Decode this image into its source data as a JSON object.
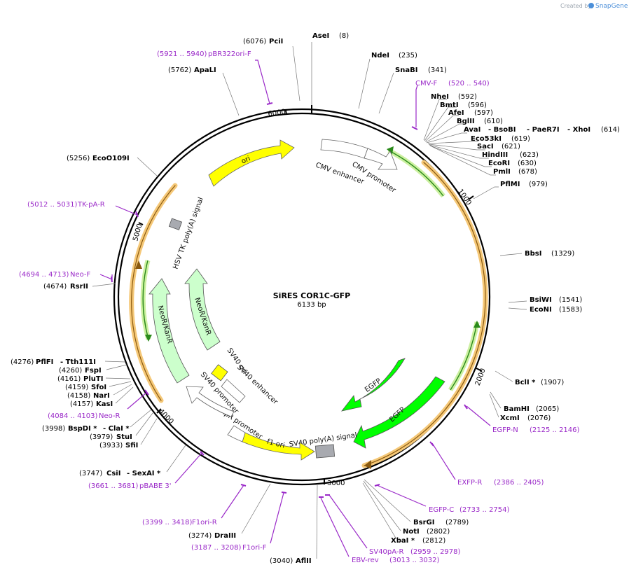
{
  "header": {
    "created_by": "Created by",
    "brand": "SnapGene"
  },
  "plasmid": {
    "name": "SiRES COR1C-GFP",
    "size": "6133 bp"
  },
  "ticks": [
    "1000",
    "2000",
    "3000",
    "4000",
    "5000",
    "6000"
  ],
  "features": {
    "ori": "ori",
    "cmv_enhancer": "CMV enhancer",
    "cmv_promoter": "CMV promoter",
    "egfp_inner": "EGFP",
    "egfp_outer": "EGFP",
    "sv40_polya": "SV40 poly(A) signal",
    "f1_ori": "f1 ori",
    "ampr_promoter": "AmpR promoter",
    "sv40_promoter": "SV40 promoter",
    "sv40_ori": "SV40 ori",
    "sv40_enhancer": "SV40 enhancer",
    "neor_inner": "NeoR/KanR",
    "neor_outer": "NeoR/KanR",
    "hsv_tk": "HSV TK poly(A) signal"
  },
  "sites": [
    {
      "name": "AseI",
      "pos": "(8)"
    },
    {
      "name": "PciI",
      "pos": "(6076)"
    },
    {
      "name": "NdeI",
      "pos": "(235)"
    },
    {
      "name": "SnaBI",
      "pos": "(341)"
    },
    {
      "name": "ApaLI",
      "pos": "(5762)"
    },
    {
      "name": "NheI",
      "pos": "(592)"
    },
    {
      "name": "BmtI",
      "pos": "(596)"
    },
    {
      "name": "AfeI",
      "pos": "(597)"
    },
    {
      "name": "BglII",
      "pos": "(610)"
    },
    {
      "name": "AvaI",
      "pos": ""
    },
    {
      "name": "- BsoBI",
      "pos": ""
    },
    {
      "name": "- PaeR7I",
      "pos": ""
    },
    {
      "name": "- XhoI",
      "pos": "(614)"
    },
    {
      "name": "Eco53kI",
      "pos": "(619)"
    },
    {
      "name": "SacI",
      "pos": "(621)"
    },
    {
      "name": "HindIII",
      "pos": "(623)"
    },
    {
      "name": "EcoRI",
      "pos": "(630)"
    },
    {
      "name": "PmlI",
      "pos": "(678)"
    },
    {
      "name": "PflMI",
      "pos": "(979)"
    },
    {
      "name": "EcoO109I",
      "pos": "(5256)"
    },
    {
      "name": "BbsI",
      "pos": "(1329)"
    },
    {
      "name": "BsiWI",
      "pos": "(1541)"
    },
    {
      "name": "EcoNI",
      "pos": "(1583)"
    },
    {
      "name": "RsrII",
      "pos": "(4674)"
    },
    {
      "name": "PflFI",
      "pos": "(4276)"
    },
    {
      "name": "- Tth111I",
      "pos": ""
    },
    {
      "name": "FspI",
      "pos": "(4260)"
    },
    {
      "name": "PluTI",
      "pos": "(4161)"
    },
    {
      "name": "SfoI",
      "pos": "(4159)"
    },
    {
      "name": "NarI",
      "pos": "(4158)"
    },
    {
      "name": "KasI",
      "pos": "(4157)"
    },
    {
      "name": "BclI *",
      "pos": "(1907)"
    },
    {
      "name": "BamHI",
      "pos": "(2065)"
    },
    {
      "name": "XcmI",
      "pos": "(2076)"
    },
    {
      "name": "BspDI *",
      "pos": "(3998)"
    },
    {
      "name": "- ClaI *",
      "pos": ""
    },
    {
      "name": "StuI",
      "pos": "(3979)"
    },
    {
      "name": "SfiI",
      "pos": "(3933)"
    },
    {
      "name": "CsiI",
      "pos": "(3747)"
    },
    {
      "name": "- SexAI *",
      "pos": ""
    },
    {
      "name": "BsrGI",
      "pos": "(2789)"
    },
    {
      "name": "NotI",
      "pos": "(2802)"
    },
    {
      "name": "XbaI *",
      "pos": "(2812)"
    },
    {
      "name": "DraIII",
      "pos": "(3274)"
    },
    {
      "name": "AflII",
      "pos": "(3040)"
    }
  ],
  "primers": [
    {
      "name": "pBR322ori-F",
      "range": "(5921 .. 5940)"
    },
    {
      "name": "CMV-F",
      "range": "(520 .. 540)"
    },
    {
      "name": "TK-pA-R",
      "range": "(5012 .. 5031)"
    },
    {
      "name": "Neo-F",
      "range": "(4694 .. 4713)"
    },
    {
      "name": "Neo-R",
      "range": "(4084 .. 4103)"
    },
    {
      "name": "EGFP-N",
      "range": "(2125 .. 2146)"
    },
    {
      "name": "EXFP-R",
      "range": "(2386 .. 2405)"
    },
    {
      "name": "pBABE 3'",
      "range": "(3661 .. 3681)"
    },
    {
      "name": "EGFP-C",
      "range": "(2733 .. 2754)"
    },
    {
      "name": "F1ori-R",
      "range": "(3399 .. 3418)"
    },
    {
      "name": "SV40pA-R",
      "range": "(2959 .. 2978)"
    },
    {
      "name": "F1ori-F",
      "range": "(3187 .. 3208)"
    },
    {
      "name": "EBV-rev",
      "range": "(3013 .. 3032)"
    }
  ],
  "colors": {
    "yellow": "#ffff00",
    "green": "#11ee11",
    "light_green": "#ccffcc",
    "orange": "#f0a030",
    "primer": "#9a29c8"
  }
}
